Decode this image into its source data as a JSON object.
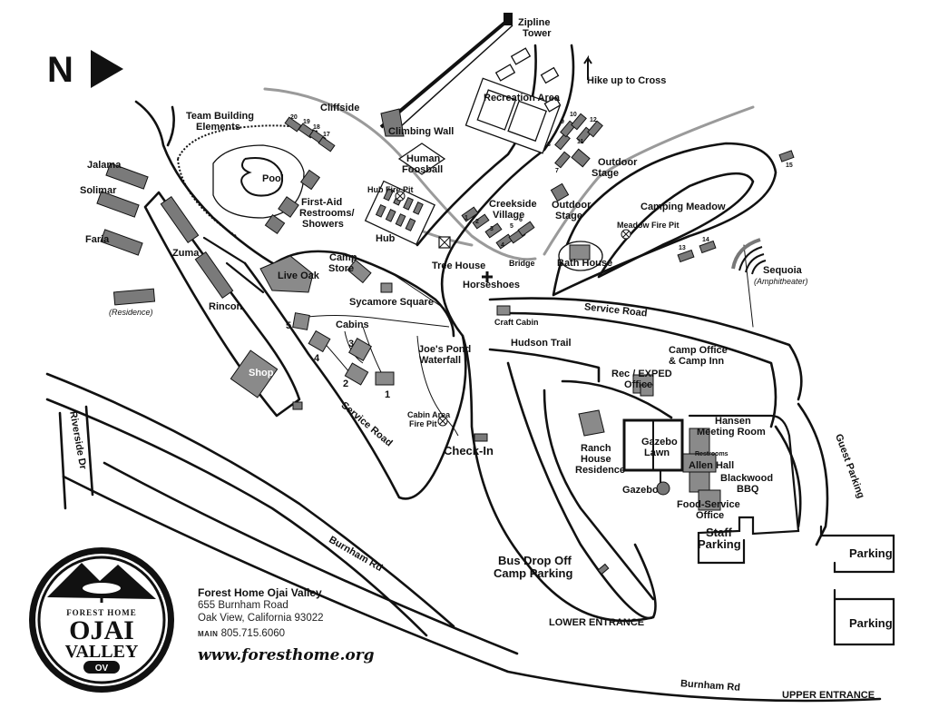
{
  "north": "N",
  "labels": {
    "zipline": [
      "Zipline",
      "Tower"
    ],
    "hike": "Hike up to Cross",
    "recreation": "Recreation Area",
    "cliffside": "Cliffside",
    "team": [
      "Team Building",
      "Elements"
    ],
    "climbing": "Climbing Wall",
    "foosball": [
      "Human",
      "Foosball"
    ],
    "outdoor_stage_1": [
      "Outdoor",
      "Stage"
    ],
    "outdoor_stage_2": [
      "Outdoor",
      "Stage"
    ],
    "camping_meadow": "Camping Meadow",
    "meadow_fire": "Meadow Fire Pit",
    "pool": "Pool",
    "first_aid": [
      "First-Aid",
      "Restrooms/",
      "Showers"
    ],
    "hub_fire": "Hub Fire Pit",
    "hub": "Hub",
    "creekside": [
      "Creekside",
      "Village"
    ],
    "tree_house": "Tree House",
    "bridge": "Bridge",
    "bath_house": "Bath House",
    "horseshoes": "Horseshoes",
    "sequoia": "Sequoia",
    "amphitheater": "(Amphitheater)",
    "jalama": "Jalama",
    "solimar": "Solimar",
    "faria": "Faria",
    "residence": "(Residence)",
    "zuma": "Zuma",
    "rincon": "Rincon",
    "live_oak": "Live Oak",
    "camp_store": [
      "Camp",
      "Store"
    ],
    "sycamore": "Sycamore Square",
    "cabins": "Cabins",
    "craft_cabin": "Craft Cabin",
    "service_road_top": "Service Road",
    "hudson": "Hudson Trail",
    "joes": [
      "Joe's Pond",
      "Waterfall"
    ],
    "camp_office": [
      "Camp Office",
      "& Camp Inn"
    ],
    "rec_office": [
      "Rec / EXPED",
      "Office"
    ],
    "shop": "Shop",
    "cabin_fire": [
      "Cabin Area",
      "Fire Pit"
    ],
    "service_road_left": "Service Road",
    "checkin": "Check-In",
    "ranch": [
      "Ranch",
      "House",
      "Residence"
    ],
    "gazebo_lawn": [
      "Gazebo",
      "Lawn"
    ],
    "hansen": [
      "Hansen",
      "Meeting Room"
    ],
    "restrooms": "Restrooms",
    "allen": "Allen Hall",
    "blackwood": [
      "Blackwood",
      "BBQ"
    ],
    "gazebo": "Gazebo",
    "food_service": [
      "Food-Service",
      "Office"
    ],
    "guest_parking": "Guest Parking",
    "riverside": "Riverside Dr",
    "staff_parking": [
      "Staff",
      "Parking"
    ],
    "parking1": "Parking",
    "parking2": "Parking",
    "bus": [
      "Bus Drop Off",
      "Camp Parking"
    ],
    "burnham_left": "Burnham Rd",
    "burnham_bottom": "Burnham Rd",
    "lower_entrance": "LOWER ENTRANCE",
    "upper_entrance": "UPPER ENTRANCE"
  },
  "numbers": {
    "n20": "20",
    "n19": "19",
    "n18": "18",
    "n17": "17",
    "n10": "10",
    "n9": "9",
    "n8": "8",
    "n7": "7",
    "n11": "11",
    "n12": "12",
    "n15": "15",
    "n13": "13",
    "n14": "14",
    "c1": "1",
    "c2": "2",
    "c3": "3",
    "c4": "4",
    "c5": "5",
    "c6": "6"
  },
  "cabins": {
    "k1": "1",
    "k2": "2",
    "k3": "3",
    "k4": "4",
    "k5": "5"
  },
  "logo": {
    "top": "FOREST HOME",
    "line1": "OJAI",
    "line2": "VALLEY",
    "badge": "OV"
  },
  "info": {
    "name": "Forest Home Ojai Valley",
    "addr1": "655 Burnham Road",
    "addr2": "Oak View, California 93022",
    "phone_label": "MAIN",
    "phone": "805.715.6060",
    "web": "www.foresthome.org"
  }
}
